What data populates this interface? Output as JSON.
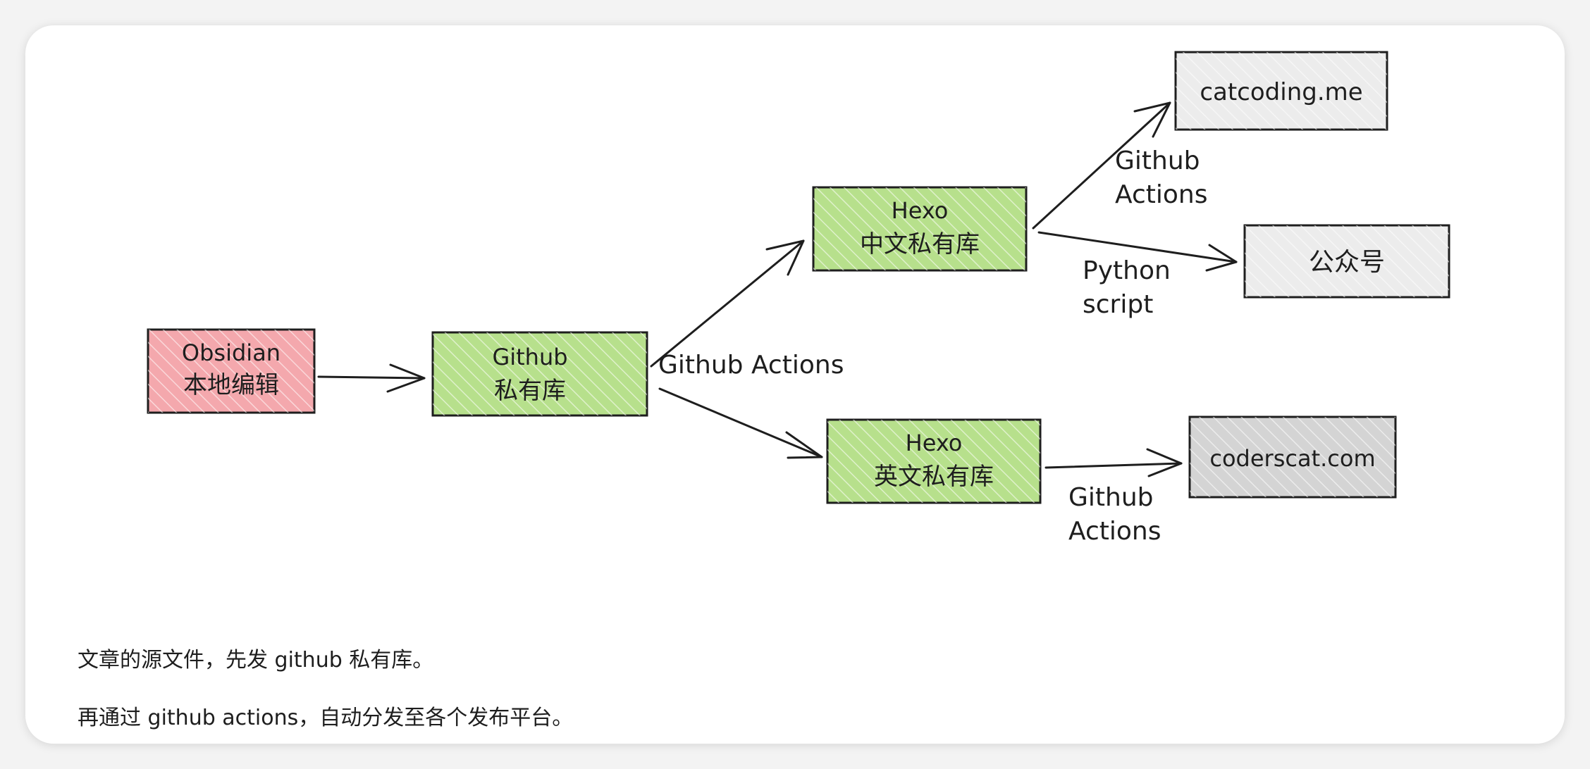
{
  "colors": {
    "card_bg": "#ffffff",
    "page_bg": "#f3f3f3",
    "obsidian_fill": "#f4a8ad",
    "repo_fill": "#b7e08c",
    "target_fill": "#dcdcdc",
    "stroke": "#1e1e1e"
  },
  "nodes": {
    "obsidian": {
      "line1": "Obsidian",
      "line2": "本地编辑"
    },
    "github_private": {
      "line1": "Github",
      "line2": "私有库"
    },
    "hexo_cn": {
      "line1": "Hexo",
      "line2": "中文私有库"
    },
    "hexo_en": {
      "line1": "Hexo",
      "line2": "英文私有库"
    },
    "catcoding": {
      "line1": "catcoding.me"
    },
    "wechat": {
      "line1": "公众号"
    },
    "coderscat": {
      "line1": "coderscat.com"
    }
  },
  "edges": {
    "github_to_hexo": "Github Actions",
    "cn_to_catcoding": [
      "Github",
      "Actions"
    ],
    "cn_to_wechat": [
      "Python",
      "script"
    ],
    "en_to_coderscat": [
      "Github",
      "Actions"
    ]
  },
  "paragraphs": [
    "文章的源文件，先发 github 私有库。",
    "再通过 github actions，自动分发至各个发布平台。"
  ]
}
